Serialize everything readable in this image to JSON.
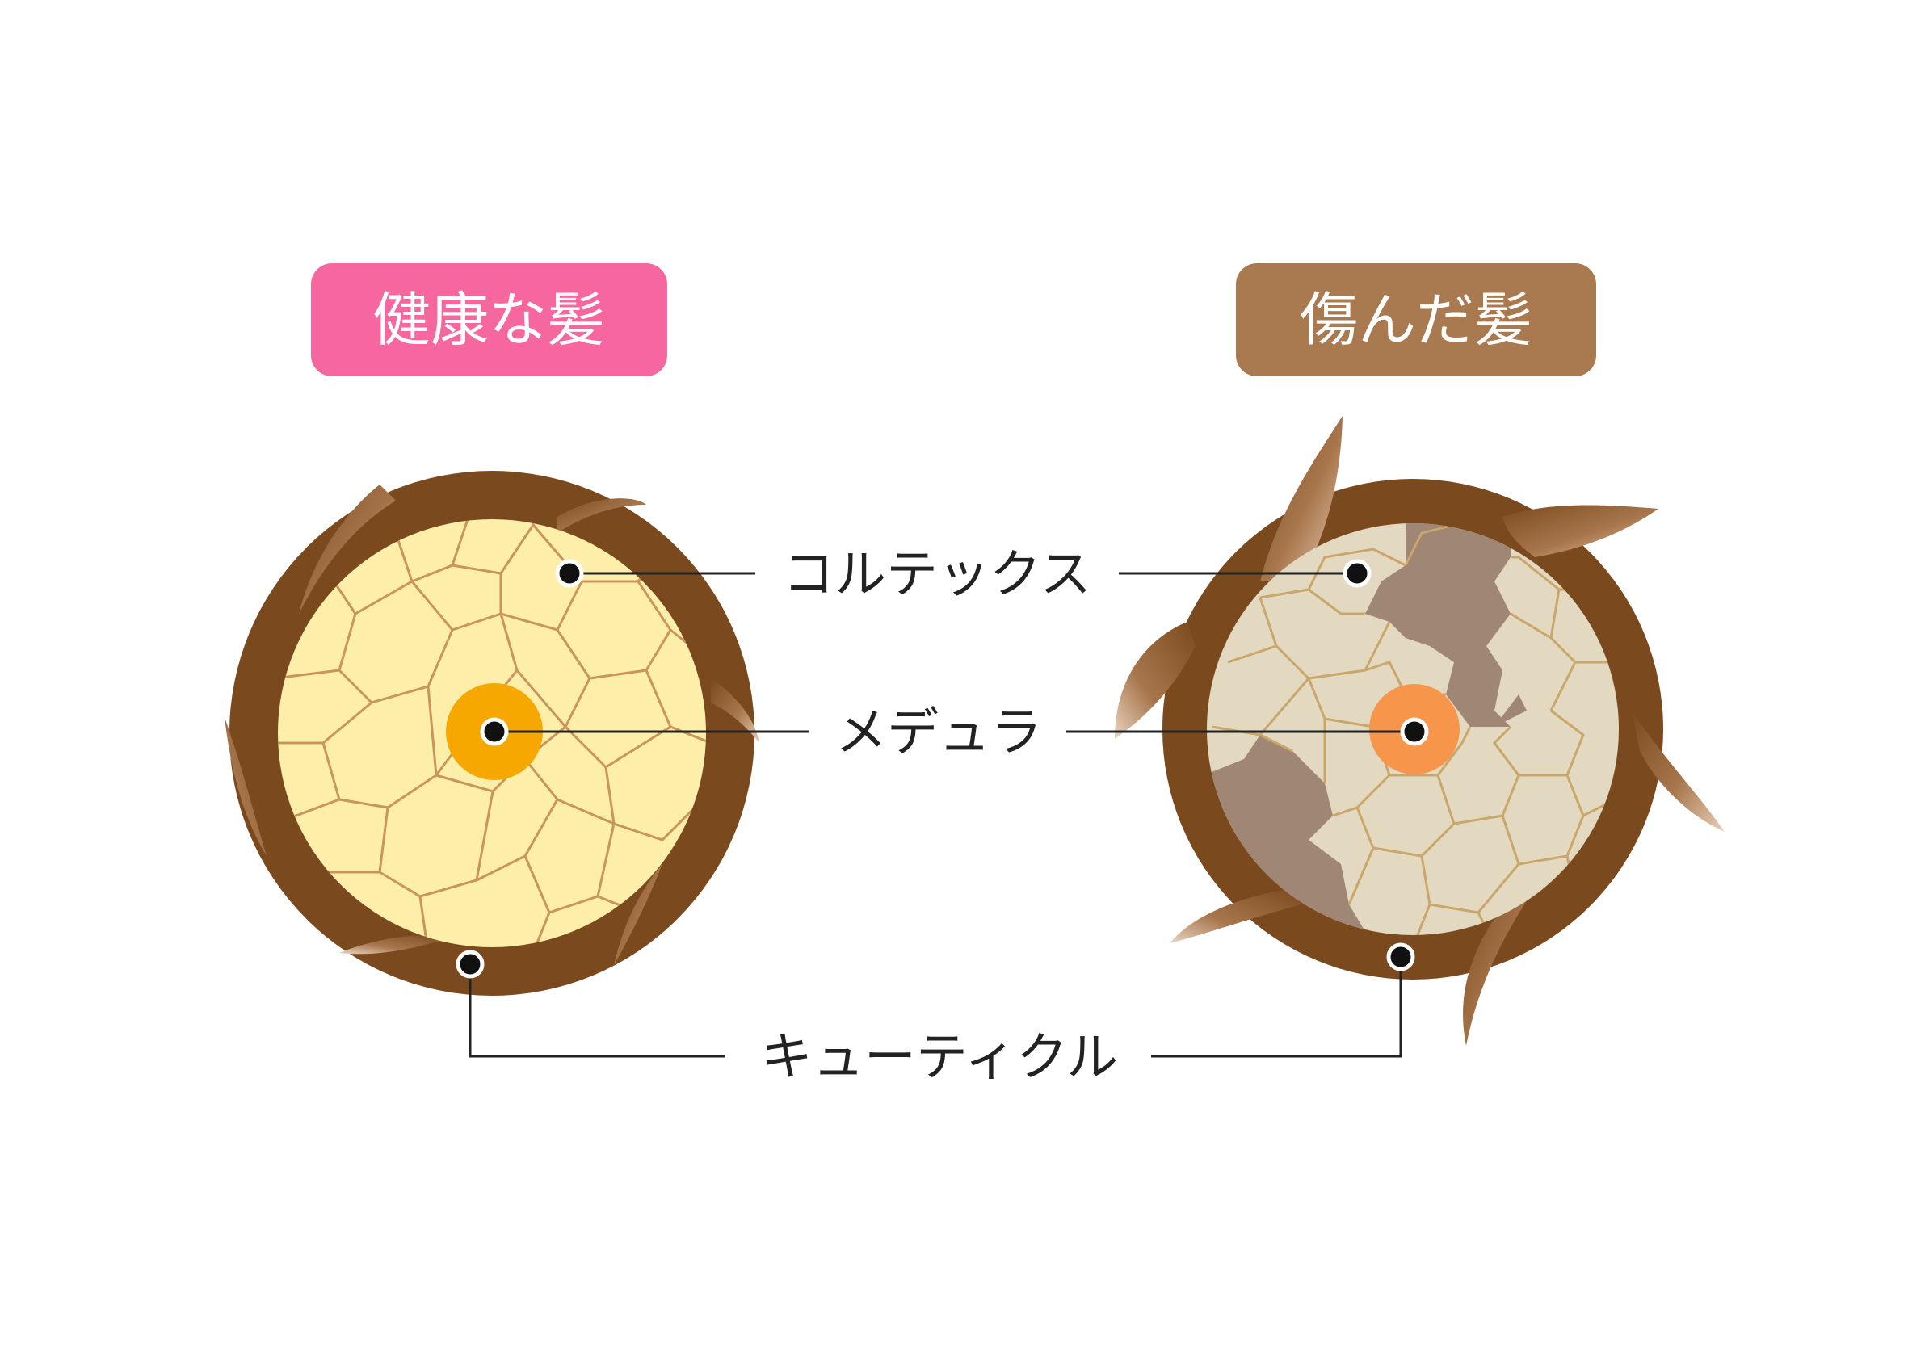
{
  "healthy": {
    "title": "健康な髪",
    "badge_color": "#f7679f"
  },
  "damaged": {
    "title": "傷んだ髪",
    "badge_color": "#a97a4f"
  },
  "labels": {
    "cortex": "コルテックス",
    "medulla": "メデュラ",
    "cuticle": "キューティクル"
  },
  "colors": {
    "cuticle_brown": "#7a4a1e",
    "healthy_cortex": "#fdeeaa",
    "healthy_cell_lines": "#c9955a",
    "healthy_medulla": "#f6a800",
    "damaged_cortex": "#e3d8c0",
    "damaged_patch": "#a08674",
    "damaged_cell_lines": "#c9a66a",
    "damaged_medulla": "#f7964a"
  }
}
